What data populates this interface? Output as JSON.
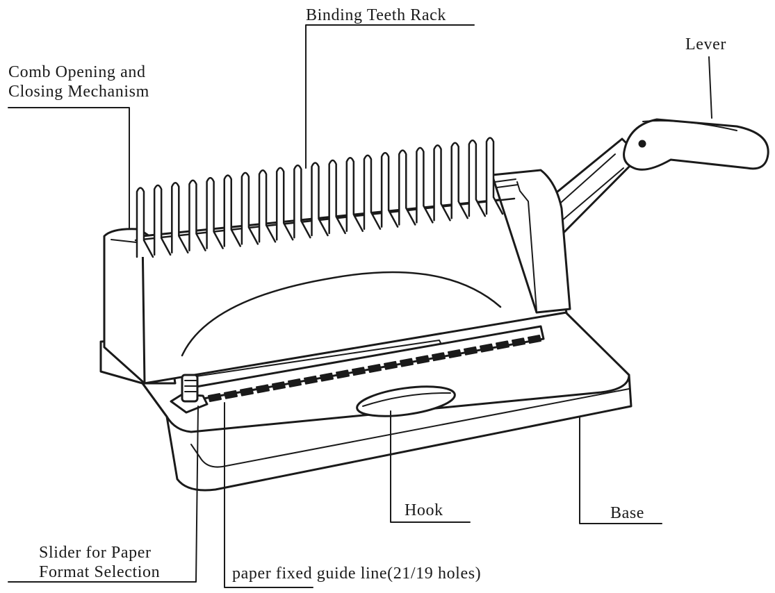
{
  "labels": {
    "binding_teeth_rack": "Binding Teeth Rack",
    "lever": "Lever",
    "comb_mechanism_line1": "Comb Opening and",
    "comb_mechanism_line2": "Closing  Mechanism",
    "hook": "Hook",
    "base": "Base",
    "slider_line1": "Slider for Paper",
    "slider_line2": "Format Selection",
    "guide_line": "paper fixed guide line(21/19 holes)"
  },
  "machine": {
    "teeth_count": 21,
    "line_color": "#1a1a1a",
    "fill_color": "#ffffff"
  }
}
